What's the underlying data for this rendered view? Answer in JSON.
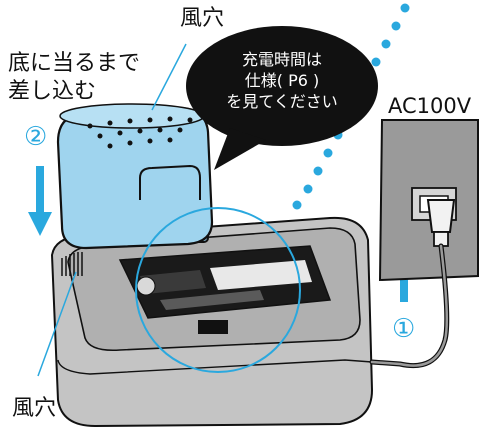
{
  "labels": {
    "vent_top": "風穴",
    "vent_bottom": "風穴",
    "insert_line1": "底に当るまで",
    "insert_line2": "差し込む",
    "power": "AC100V",
    "step1": "①",
    "step2": "②"
  },
  "bubble": {
    "line1": "充電時間は",
    "line2": "仕様( P6 )",
    "line3": "を見てください"
  },
  "colors": {
    "accent_blue": "#2aa8de",
    "battery_blue": "#9fd4ee",
    "charger_gray": "#bdbdbd",
    "outlet_gray": "#9a9a9a",
    "bubble_black": "#111111"
  }
}
